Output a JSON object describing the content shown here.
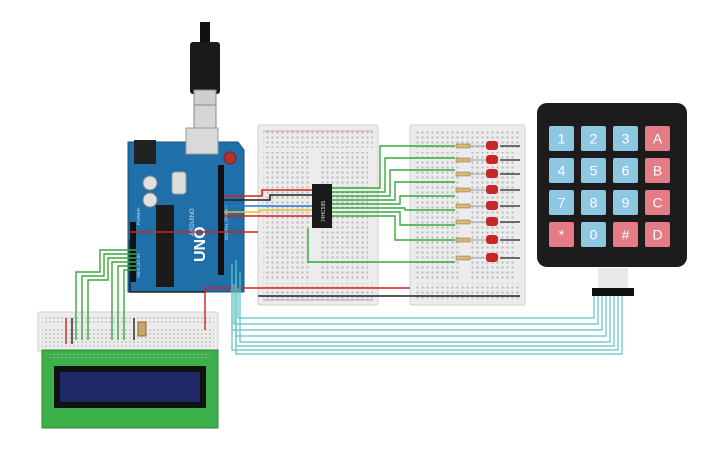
{
  "colors": {
    "breadboard": "#e9e9e9",
    "breadboard_edge": "#cfcfcf",
    "arduino_blue": "#1f6fa8",
    "arduino_dark": "#15507c",
    "wire_red": "#d42121",
    "wire_black": "#222222",
    "wire_green": "#3aa83a",
    "wire_blue": "#1e7bd4",
    "wire_yellow": "#e6c21e",
    "wire_cyan": "#5cc2c6",
    "led_red": "#c62828",
    "lcd_green": "#3cb04a",
    "lcd_screen": "#1e2a66",
    "keypad_body": "#1c1c1c",
    "key_blue": "#8ec7e2",
    "key_red": "#e57b86"
  },
  "arduino": {
    "logo_text": "UNO",
    "brand_text": "ARDUINO",
    "digital_label": "DIGITAL (PWM~)",
    "analog_label": "ANALOG IN",
    "power_label": "POWER"
  },
  "shift_register": {
    "label": "74HC595"
  },
  "keypad": {
    "keys": [
      {
        "label": "1",
        "kind": "num"
      },
      {
        "label": "2",
        "kind": "num"
      },
      {
        "label": "3",
        "kind": "num"
      },
      {
        "label": "A",
        "kind": "letter"
      },
      {
        "label": "4",
        "kind": "num"
      },
      {
        "label": "5",
        "kind": "num"
      },
      {
        "label": "6",
        "kind": "num"
      },
      {
        "label": "B",
        "kind": "letter"
      },
      {
        "label": "7",
        "kind": "num"
      },
      {
        "label": "8",
        "kind": "num"
      },
      {
        "label": "9",
        "kind": "num"
      },
      {
        "label": "C",
        "kind": "letter"
      },
      {
        "label": "*",
        "kind": "letter"
      },
      {
        "label": "0",
        "kind": "num"
      },
      {
        "label": "#",
        "kind": "letter"
      },
      {
        "label": "D",
        "kind": "letter"
      }
    ]
  },
  "led_count": 8,
  "icons": [
    "usb-plug-icon",
    "reset-button-icon",
    "potentiometer-icon"
  ]
}
